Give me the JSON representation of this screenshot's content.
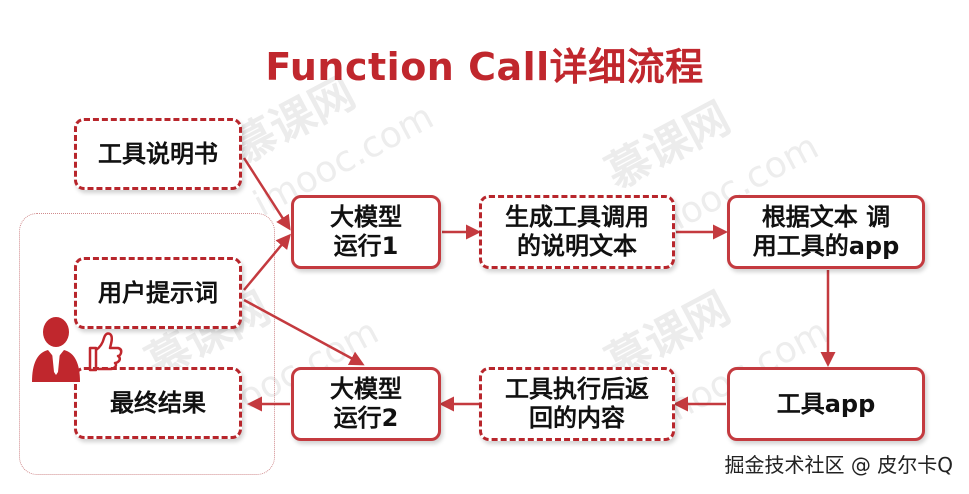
{
  "title": "Function Call详细流程",
  "watermark": {
    "brand": "慕课网",
    "domain": "imooc.com"
  },
  "nodes": {
    "tool_manual": "工具说明书",
    "user_prompt": "用户提示词",
    "final_result": "最终结果",
    "llm_run1": "大模型\n运行1",
    "llm_run2": "大模型\n运行2",
    "gen_tool_text": "生成工具调用\n的说明文本",
    "call_app": "根据文本 调\n用工具的app",
    "tool_app": "工具app",
    "tool_result": "工具执行后返\n回的内容"
  },
  "footer": "掘金技术社区 @ 皮尔卡Q",
  "colors": {
    "accent": "#c0272d",
    "border": "#b8262c"
  }
}
